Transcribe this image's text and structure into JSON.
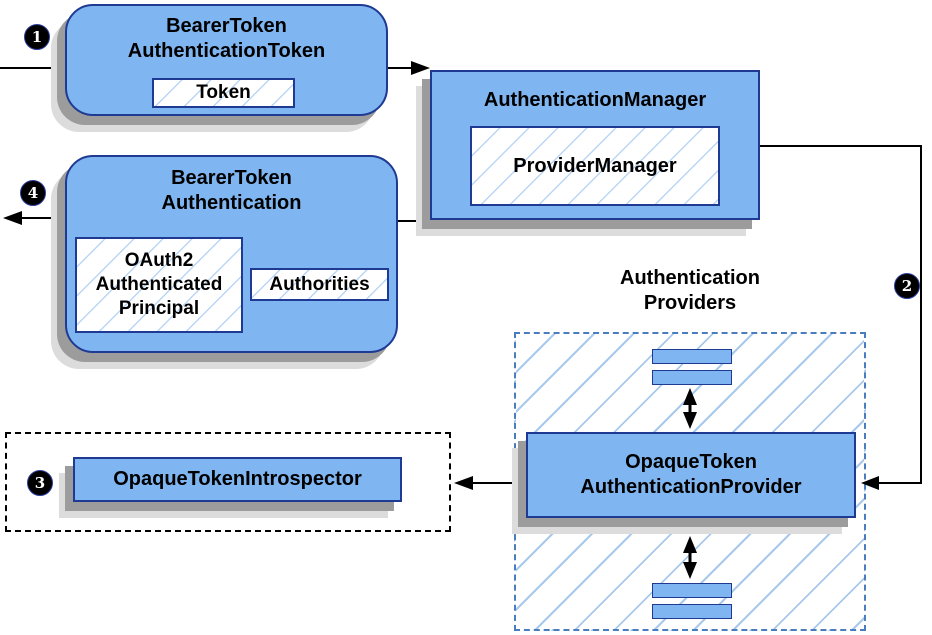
{
  "diagram": {
    "steps": {
      "one": "1",
      "two": "2",
      "three": "3",
      "four": "4"
    },
    "bearer_token_authentication_token": {
      "title_line1": "BearerToken",
      "title_line2": "AuthenticationToken",
      "token_label": "Token"
    },
    "authentication_manager": {
      "title": "AuthenticationManager",
      "provider_manager_label": "ProviderManager"
    },
    "bearer_token_authentication": {
      "title_line1": "BearerToken",
      "title_line2": "Authentication",
      "principal_line1": "OAuth2",
      "principal_line2": "Authenticated",
      "principal_line3": "Principal",
      "authorities_label": "Authorities"
    },
    "introspector": {
      "label": "OpaqueTokenIntrospector"
    },
    "providers": {
      "heading_line1": "Authentication",
      "heading_line2": "Providers",
      "provider_line1": "OpaqueToken",
      "provider_line2": "AuthenticationProvider"
    },
    "colors": {
      "box_fill": "#7fb6f2",
      "box_border": "#1f3a93",
      "hatch_line": "#a9c9ec",
      "providers_dash_border": "#4a7dbe",
      "shadow_dark": "#9c9c9c",
      "shadow_light": "#dcdcdc",
      "arrow": "#000000",
      "badge_fill": "#000000",
      "badge_text": "#ffffff"
    }
  }
}
